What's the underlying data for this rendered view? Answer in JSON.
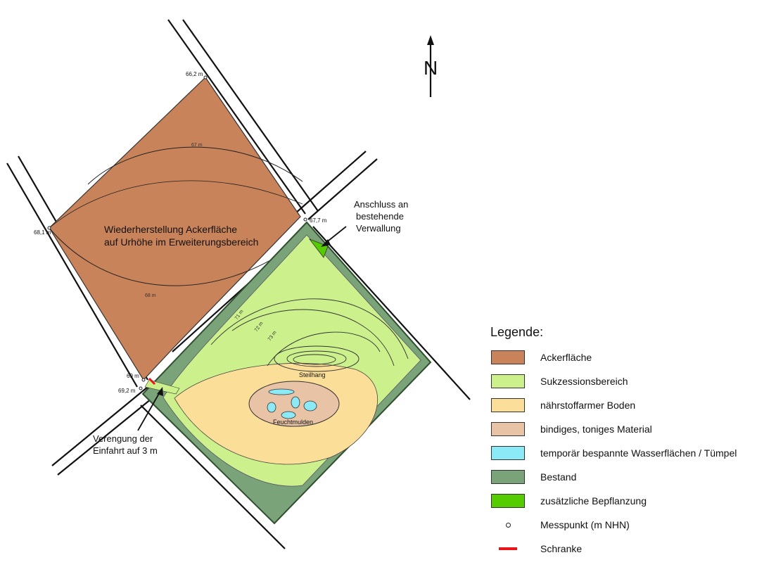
{
  "north_label": "N",
  "map": {
    "area_label_line1": "Wiederherstellung Ackerfläche",
    "area_label_line2": "auf Urhöhe im Erweiterungsbereich",
    "elevations": [
      "66,2 m",
      "68,1 m",
      "67,7 m",
      "69 m",
      "69,2 m"
    ],
    "contours": [
      "67 m",
      "68 m",
      "71 m",
      "72 m",
      "73 m"
    ],
    "steilhang": "Steilhang",
    "feuchtmulden": "Feuchtmulden",
    "annotation_anschluss": [
      "Anschluss an",
      "bestehende",
      "Verwallung"
    ],
    "annotation_verengung": [
      "Verengung der",
      "Einfahrt auf 3 m"
    ]
  },
  "legend": {
    "title": "Legende:",
    "items": [
      {
        "label": "Ackerfläche",
        "color": "#c8835a",
        "kind": "box",
        "icon": "ackerflaeche-swatch"
      },
      {
        "label": "Sukzessionsbereich",
        "color": "#ccf08c",
        "kind": "box",
        "icon": "sukzession-swatch"
      },
      {
        "label": "nährstoffarmer Boden",
        "color": "#fbde98",
        "kind": "box",
        "icon": "boden-swatch"
      },
      {
        "label": "bindiges, toniges Material",
        "color": "#e8c3a6",
        "kind": "box",
        "icon": "ton-swatch"
      },
      {
        "label": "temporär bespannte Wasserflächen / Tümpel",
        "color": "#8ceaf6",
        "kind": "box",
        "icon": "wasser-swatch"
      },
      {
        "label": "Bestand",
        "color": "#7ba37a",
        "kind": "box",
        "icon": "bestand-swatch"
      },
      {
        "label": "zusätzliche Bepflanzung",
        "color": "#55cc00",
        "kind": "box",
        "icon": "bepflanzung-swatch"
      },
      {
        "label": "Messpunkt (m NHN)",
        "color": "#222222",
        "kind": "dot",
        "icon": "messpunkt-icon"
      },
      {
        "label": "Schranke",
        "color": "#e8141a",
        "kind": "bar",
        "icon": "schranke-icon"
      }
    ]
  }
}
